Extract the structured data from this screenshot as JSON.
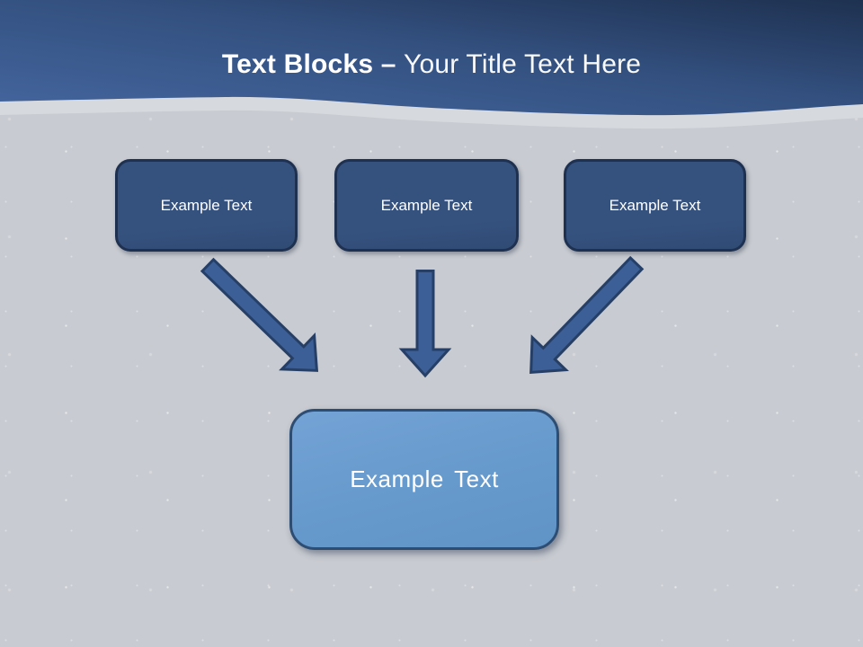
{
  "slide": {
    "title": {
      "bold": "Text Blocks –",
      "regular": "Your Title Text Here"
    },
    "top_blocks": [
      {
        "label": "Example Text"
      },
      {
        "label": "Example Text"
      },
      {
        "label": "Example Text"
      }
    ],
    "bottom_block": {
      "label": "Example Text"
    },
    "arrows": [
      {
        "name": "arrow-down-right-icon"
      },
      {
        "name": "arrow-down-icon"
      },
      {
        "name": "arrow-down-left-icon"
      }
    ],
    "colors": {
      "background": "#c8cbd1",
      "header_top_right": "#1e3150",
      "header_mid": "#33507f",
      "header_bottom_left": "#44669f",
      "wave_highlight": "#d6d9de",
      "block_fill": "#35517e",
      "block_border": "#1f3150",
      "bottom_fill": "#6699cc",
      "bottom_border": "#2e4d73",
      "arrow_fill": "#3b5f96",
      "arrow_stroke": "#263f66",
      "title_color": "#ffffff"
    }
  }
}
